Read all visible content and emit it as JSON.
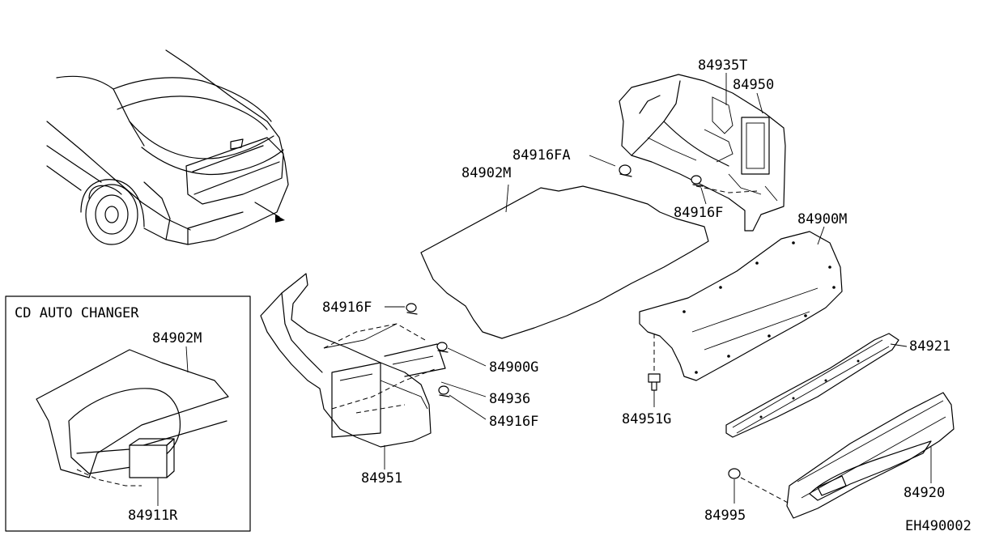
{
  "diagram_id": "EH490002",
  "inset": {
    "title": "CD AUTO CHANGER",
    "parts": [
      "84902M",
      "84911R"
    ]
  },
  "parts": {
    "p84935T": "84935T",
    "p84950": "84950",
    "p84916FA": "84916FA",
    "p84916F_top": "84916F",
    "p84902M": "84902M",
    "p84900M": "84900M",
    "p84916F_left": "84916F",
    "p84900G": "84900G",
    "p84936": "84936",
    "p84916F_mid": "84916F",
    "p84951": "84951",
    "p84951G": "84951G",
    "p84921": "84921",
    "p84920": "84920",
    "p84995": "84995"
  }
}
